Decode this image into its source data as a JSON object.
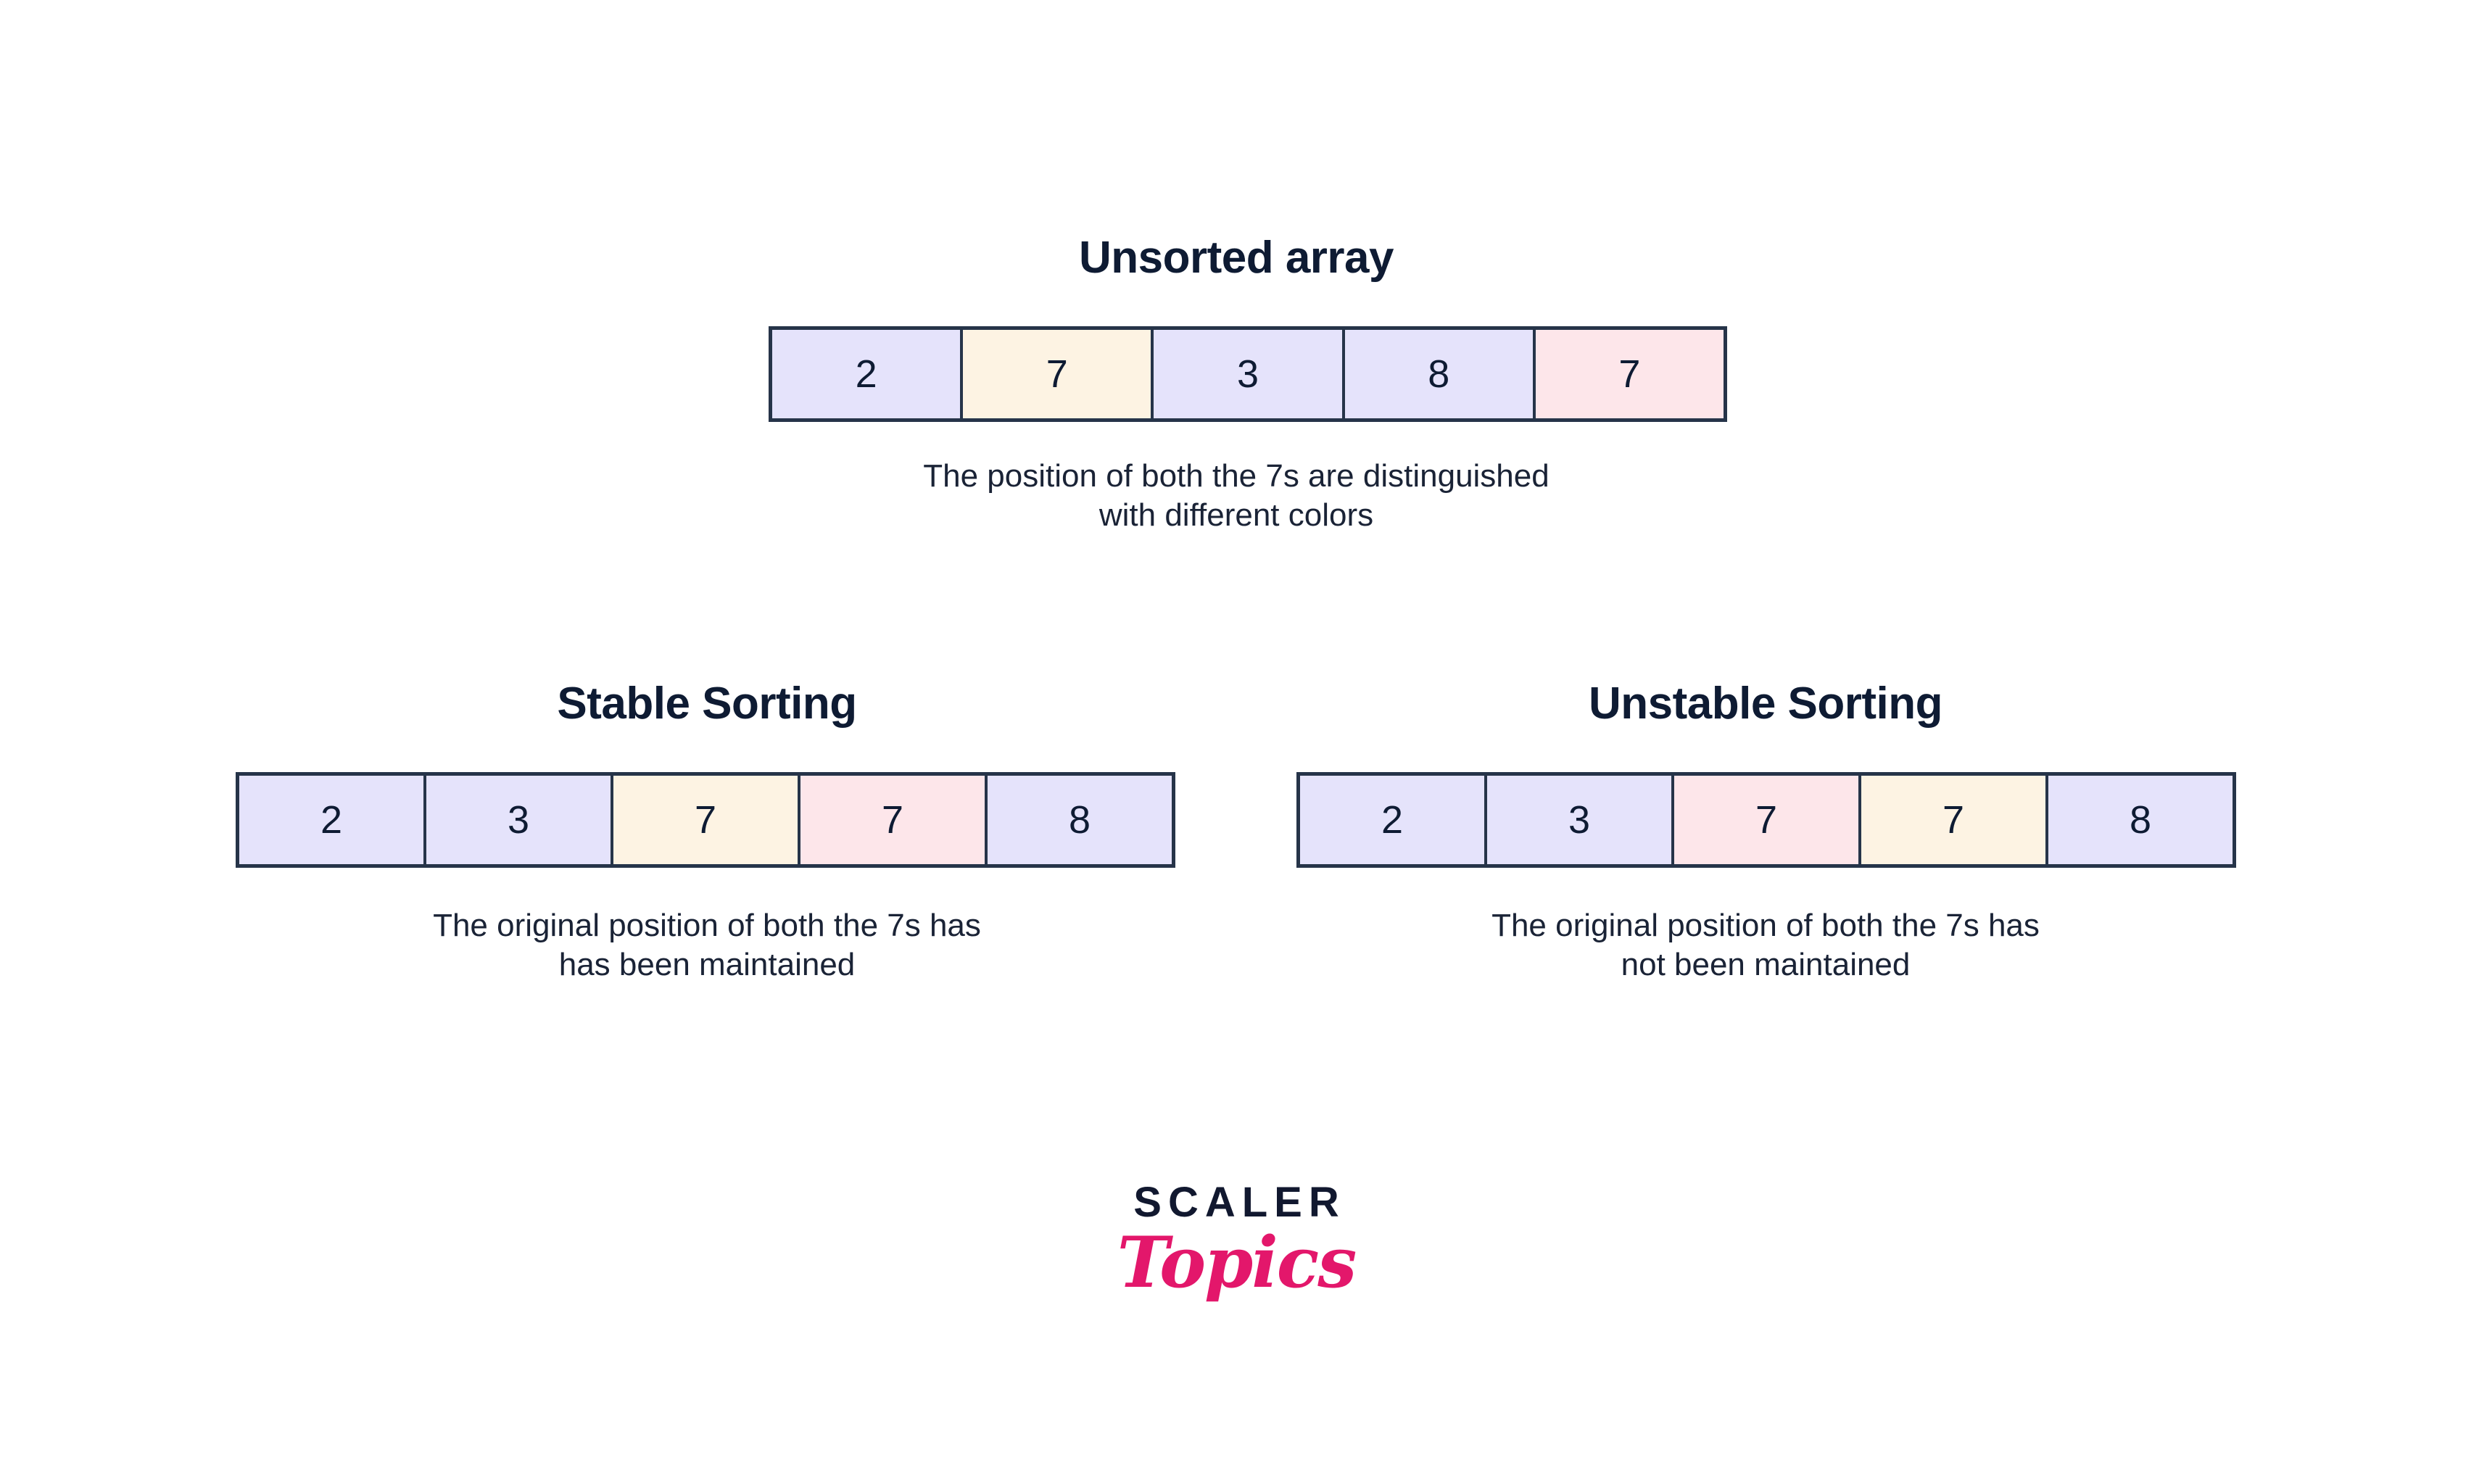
{
  "figure": {
    "background": "#ffffff",
    "border_color": "#263449",
    "text_color": "#0e1b33",
    "palette": {
      "lavender": "#e5e3fb",
      "cream": "#fdf3e3",
      "pink": "#fde6ea",
      "logo_dark": "#11182f",
      "logo_pink": "#e3176b"
    }
  },
  "unsorted": {
    "title": "Unsorted array",
    "cells": [
      {
        "value": "2",
        "color": "lavender"
      },
      {
        "value": "7",
        "color": "cream"
      },
      {
        "value": "3",
        "color": "lavender"
      },
      {
        "value": "8",
        "color": "lavender"
      },
      {
        "value": "7",
        "color": "pink"
      }
    ],
    "caption": "The position of both the 7s are distinguished\nwith different colors"
  },
  "stable": {
    "title": "Stable Sorting",
    "cells": [
      {
        "value": "2",
        "color": "lavender"
      },
      {
        "value": "3",
        "color": "lavender"
      },
      {
        "value": "7",
        "color": "cream"
      },
      {
        "value": "7",
        "color": "pink"
      },
      {
        "value": "8",
        "color": "lavender"
      }
    ],
    "caption": "The original position of both the 7s has\nhas been maintained"
  },
  "unstable": {
    "title": "Unstable Sorting",
    "cells": [
      {
        "value": "2",
        "color": "lavender"
      },
      {
        "value": "3",
        "color": "lavender"
      },
      {
        "value": "7",
        "color": "pink"
      },
      {
        "value": "7",
        "color": "cream"
      },
      {
        "value": "8",
        "color": "lavender"
      }
    ],
    "caption": "The original position of both the 7s has\nnot been maintained"
  },
  "logo": {
    "primary": "SCALER",
    "secondary": "Topics"
  }
}
